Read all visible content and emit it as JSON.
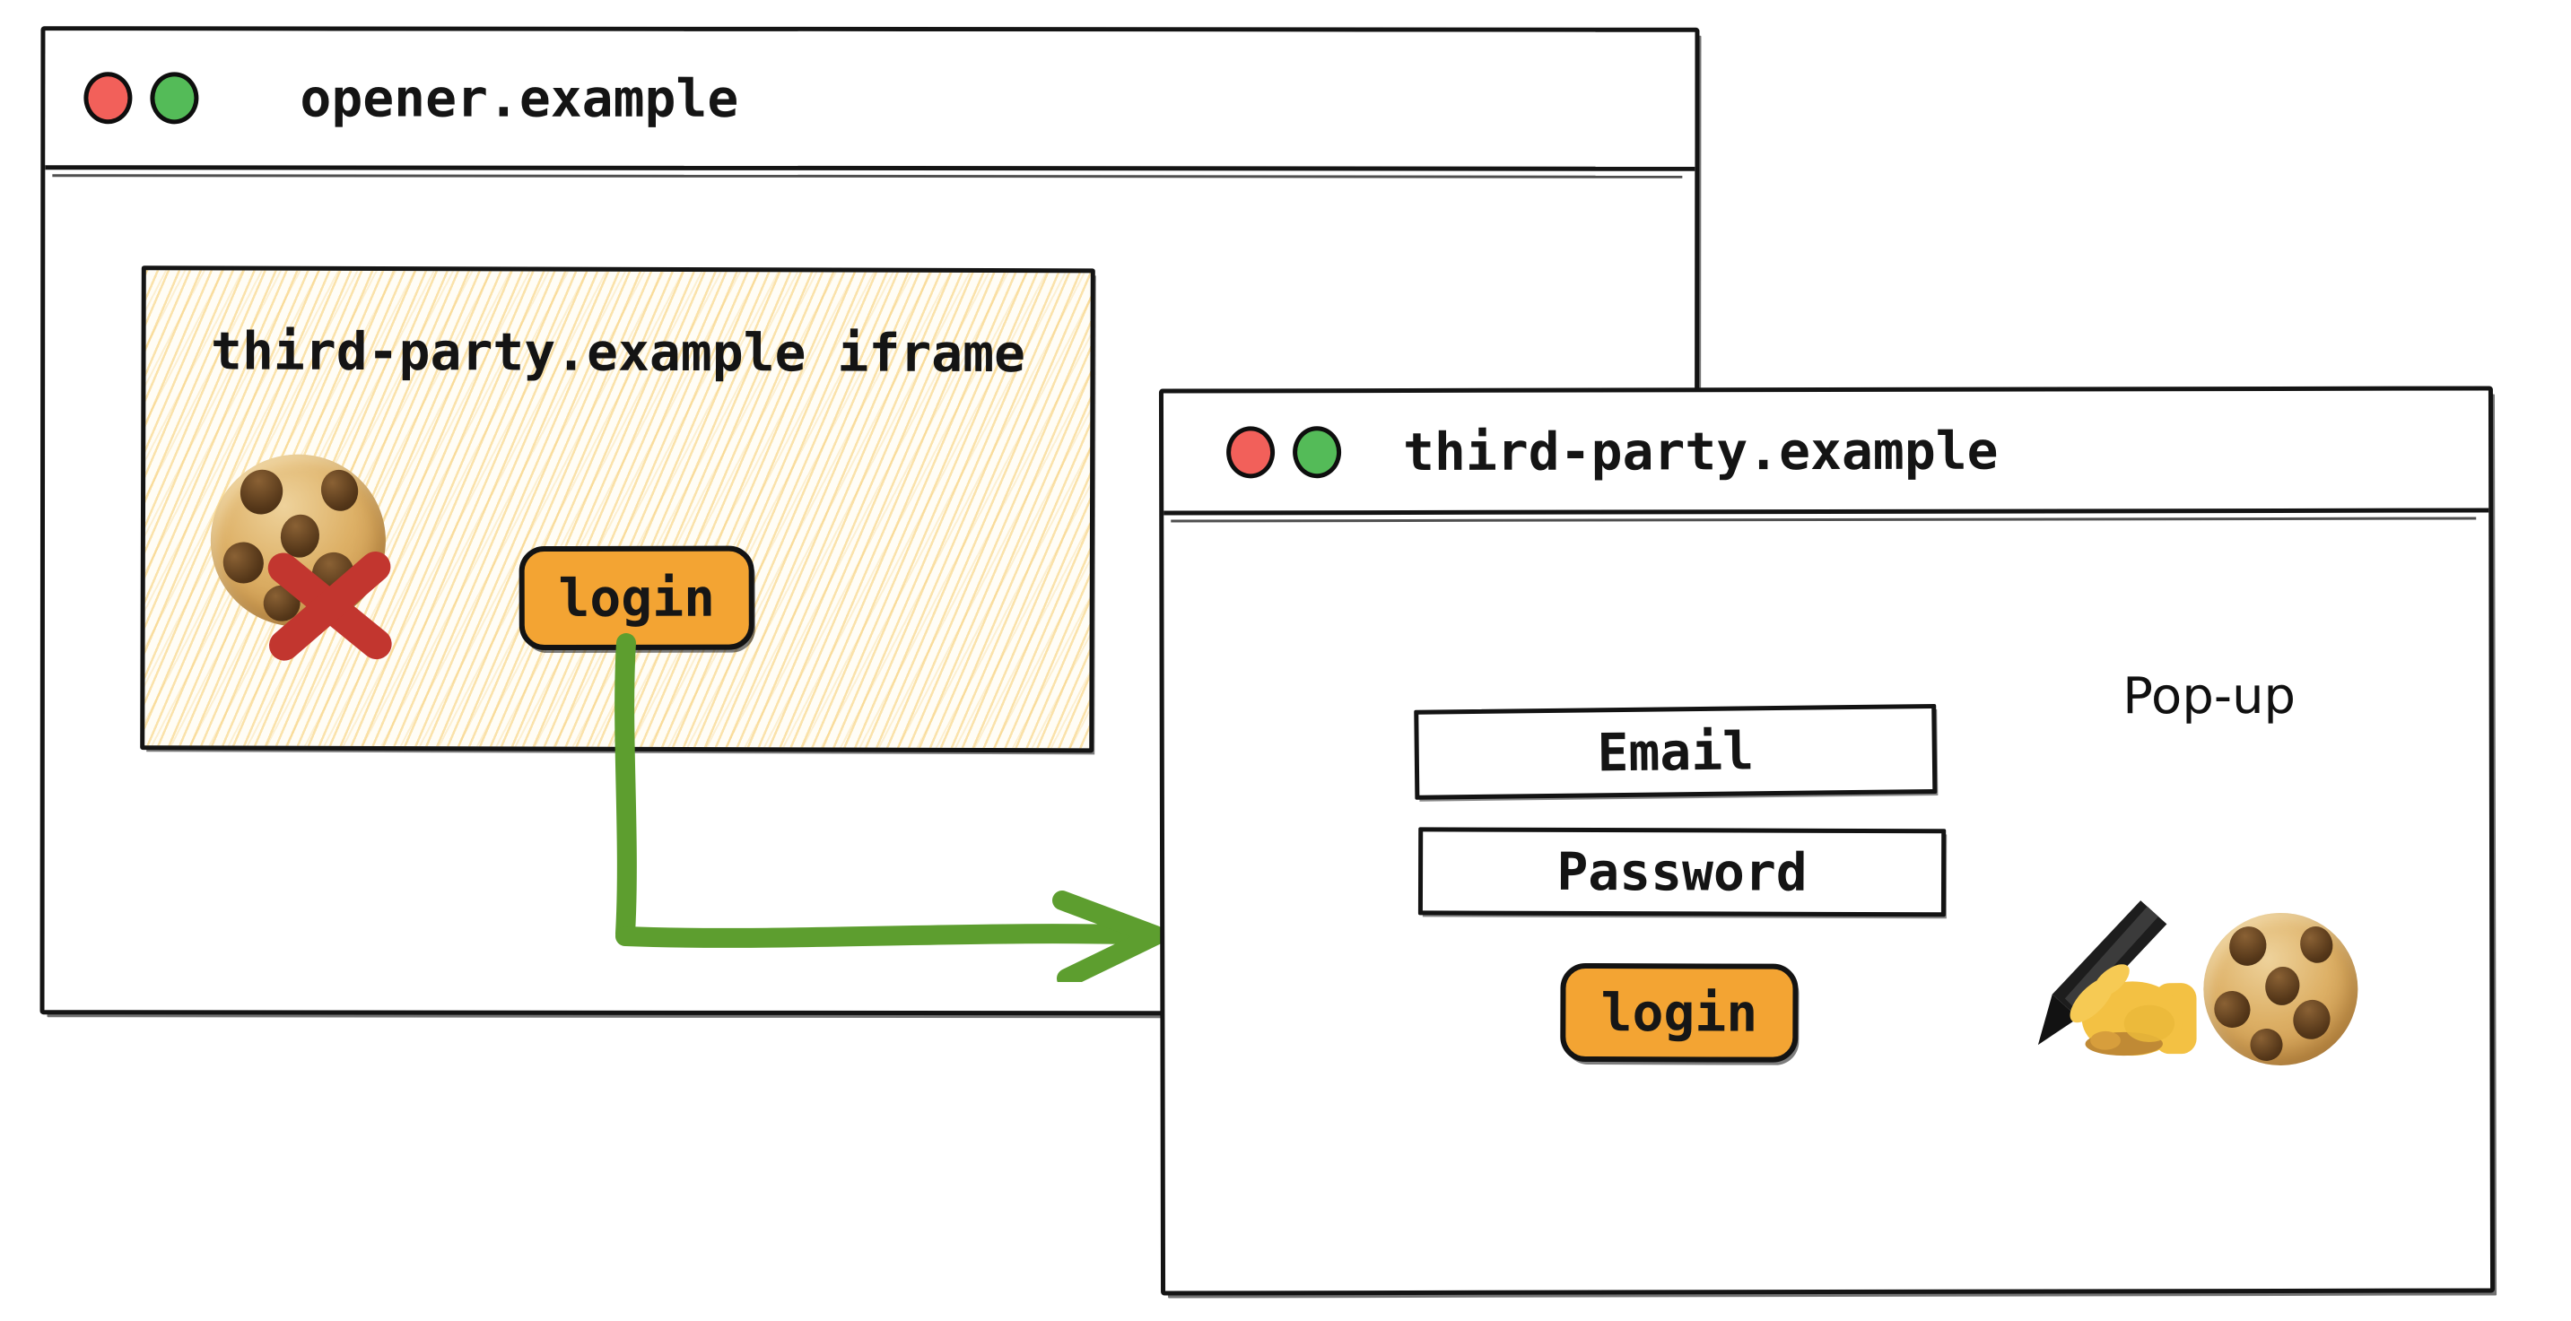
{
  "colors": {
    "ink": "#141414",
    "accent_orange": "#f3a433",
    "arrow_green": "#5d9e2f",
    "traffic_red": "#f2605a",
    "traffic_green": "#54bb58",
    "cross_red": "#c2362f",
    "hatch_tint": "#f6cb6b"
  },
  "icons": {
    "window_controls": [
      "red-dot-icon",
      "green-dot-icon"
    ],
    "blocked_cookie": "cookie-with-red-cross",
    "flow_arrow": "green-elbow-arrow-right",
    "popup_decorations": [
      "writing-hand-icon",
      "cookie-icon"
    ]
  },
  "opener_window": {
    "title": "opener.example",
    "iframe": {
      "heading": "third-party.example iframe",
      "login_button_label": "login"
    }
  },
  "popup_window": {
    "title": "third-party.example",
    "annotation": "Pop-up",
    "email_field_value": "Email",
    "password_field_value": "Password",
    "login_button_label": "login"
  }
}
